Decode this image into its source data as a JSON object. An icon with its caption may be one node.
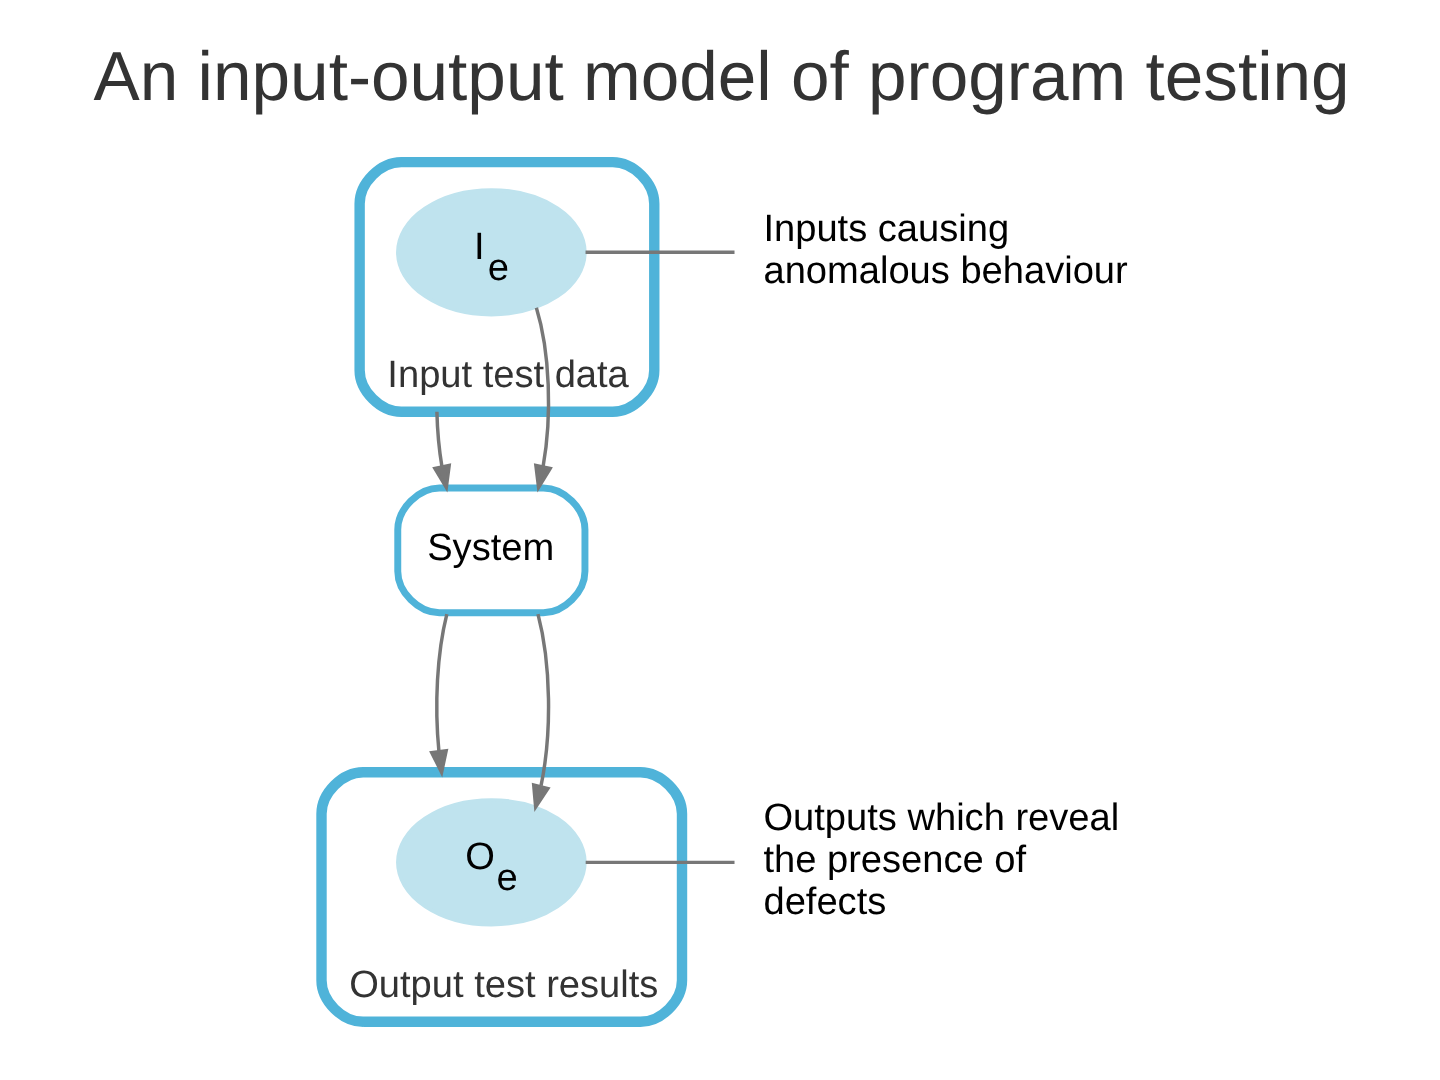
{
  "diagram": {
    "title": "An input-output model of program testing",
    "nodes": [
      {
        "text": [
          "Input test data"
        ]
      },
      {
        "text": [
          "I$_{e}$"
        ],
        "in": 0
      },
      {
        "text": [
          "Inputs causing anomalous behaviour"
        ]
      },
      {
        "text": [
          "System"
        ]
      },
      {
        "text": [
          "Output test results"
        ]
      },
      {
        "text": [
          "O$_{e}$"
        ],
        "in": 4
      },
      {
        "text": [
          "Outputs which reveal the presence of defects"
        ]
      }
    ],
    "edges": [
      {
        "from": 0,
        "to": 3,
        "arrow": "to"
      },
      {
        "from": 1,
        "to": 3,
        "arrow": "to"
      },
      {
        "from": 3,
        "to": 4,
        "arrow": "to"
      },
      {
        "from": 3,
        "to": 5,
        "arrow": "to"
      },
      {
        "from": 1,
        "to": 2,
        "arrow": "none"
      },
      {
        "from": 5,
        "to": 6,
        "arrow": "none"
      }
    ]
  }
}
